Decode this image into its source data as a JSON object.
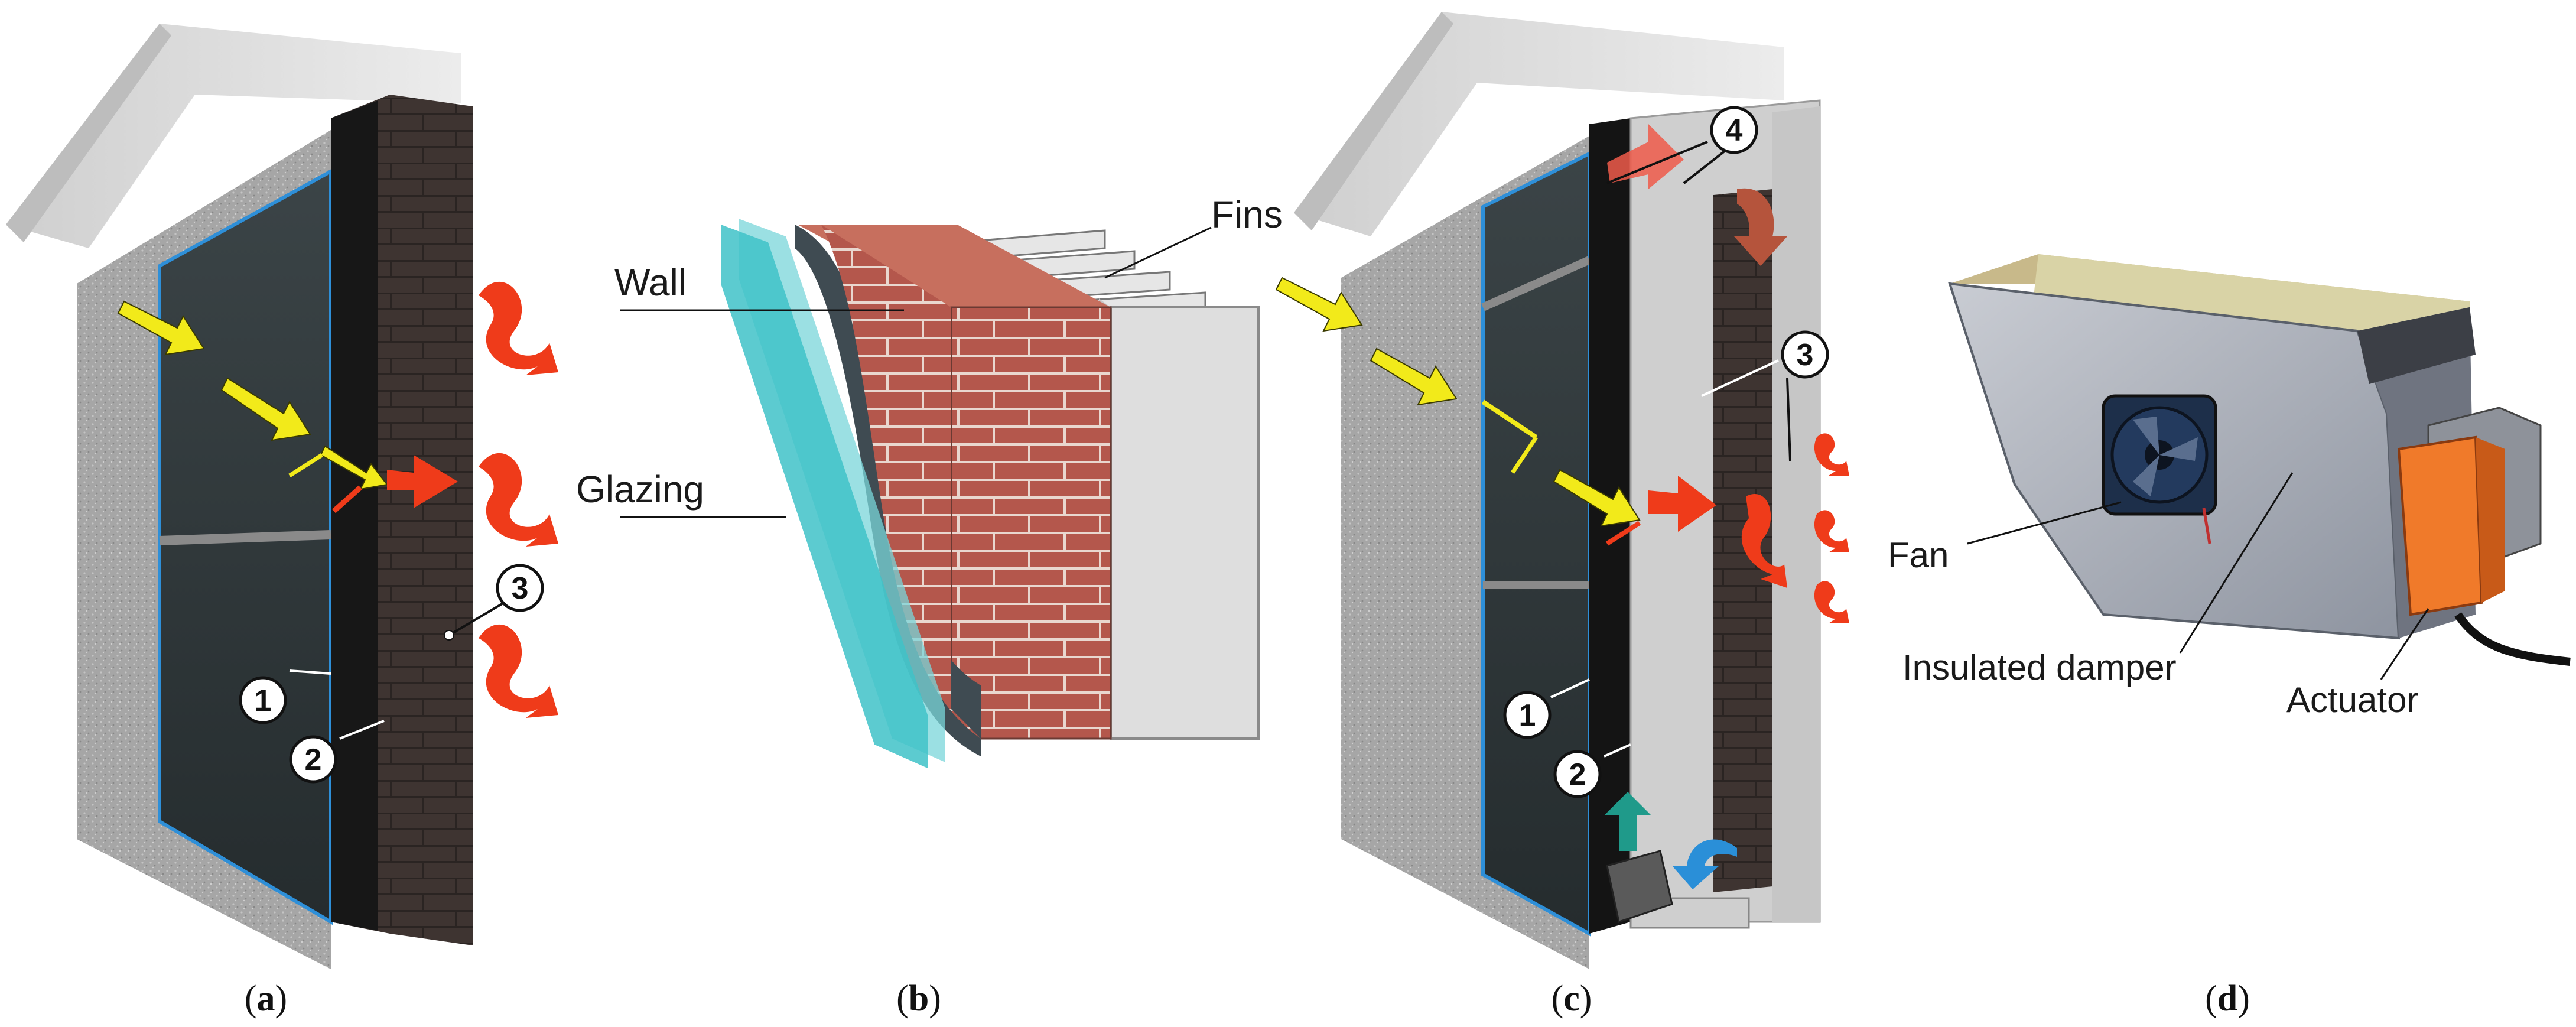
{
  "panels": {
    "a": {
      "caption_pre": "(",
      "caption_letter": "a",
      "caption_post": ")",
      "callouts": [
        "1",
        "2",
        "3"
      ]
    },
    "b": {
      "caption_pre": "(",
      "caption_letter": "b",
      "caption_post": ")",
      "labels": {
        "fins": "Fins",
        "wall": "Wall",
        "glazing": "Glazing"
      }
    },
    "c": {
      "caption_pre": "(",
      "caption_letter": "c",
      "caption_post": ")",
      "callouts": [
        "1",
        "2",
        "3",
        "4"
      ]
    },
    "d": {
      "caption_pre": "(",
      "caption_letter": "d",
      "caption_post": ")",
      "labels": {
        "fan": "Fan",
        "insulated_damper": "Insulated damper",
        "actuator": "Actuator"
      }
    }
  },
  "colors": {
    "solar_arrow": "#f2ea1a",
    "heat_arrow": "#ef3b1a",
    "cool_arrow": "#2a8fd8",
    "up_arrow": "#1f9a8a",
    "glass_blue": "#2e8fd8",
    "glazing_teal": "#3fc2c8",
    "brick": "#b0524a",
    "insulation": "#9a9a9a",
    "actuator_orange": "#f07a2a"
  }
}
